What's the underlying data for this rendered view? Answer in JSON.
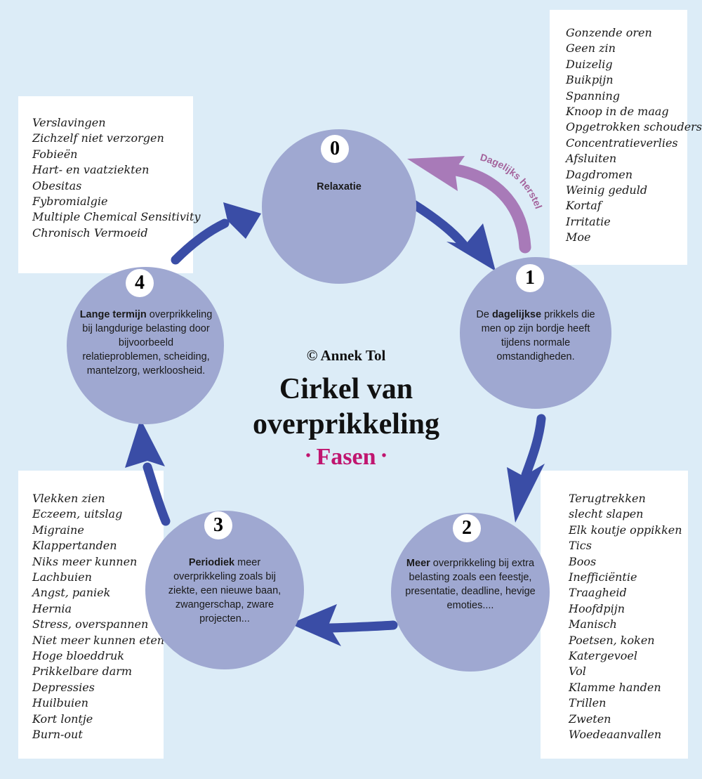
{
  "title": {
    "copyright": "© Annek Tol",
    "line1": "Cirkel van",
    "line2": "overprikkeling",
    "subtitle": "Fasen",
    "subtitle_dot_left": "•",
    "subtitle_dot_right": "•"
  },
  "colors": {
    "background": "#dcecf7",
    "circle": "#9fa8d1",
    "arrow": "#3a4da6",
    "recovery_arrow": "#a87ab8",
    "accent": "#c0156f"
  },
  "phases": [
    {
      "number": "0",
      "bold": "",
      "text": "Relaxatie"
    },
    {
      "number": "1",
      "before": "De ",
      "bold": "dagelijkse",
      "after": " prikkels die men op zijn bordje heeft tijdens normale omstandigheden."
    },
    {
      "number": "2",
      "bold": "Meer",
      "after": " overprikkeling bij extra belasting zoals een feestje, presentatie, deadline, hevige emoties...."
    },
    {
      "number": "3",
      "bold": "Periodiek",
      "after": " meer overprikkeling zoals bij ziekte, een nieuwe baan, zwangerschap, zware projecten..."
    },
    {
      "number": "4",
      "bold": "Lange termijn",
      "after": " overprik­keling bij langdurige belasting door bijvoor­beeld relatieproblemen, scheiding, mantelzorg, werkloosheid."
    }
  ],
  "recovery_label": "Dagelijks herstel",
  "lists": {
    "top_right": [
      "Gonzende oren",
      "Geen zin",
      "Duizelig",
      "Buikpijn",
      "Spanning",
      "Knoop in de maag",
      "Opgetrokken schouders",
      "Concentratieverlies",
      "Afsluiten",
      "Dagdromen",
      "Weinig geduld",
      "Kortaf",
      "Irritatie",
      "Moe"
    ],
    "top_left": [
      "Verslavingen",
      "Zichzelf niet verzorgen",
      "Fobieën",
      "Hart- en vaatziekten",
      "Obesitas",
      "Fybromialgie",
      "Multiple Chemical Sensitivity",
      "Chronisch Vermoeid"
    ],
    "bottom_left": [
      "Vlekken zien",
      "Eczeem, uitslag",
      "Migraine",
      "Klappertanden",
      "Niks meer kunnen",
      "Lachbuien",
      "Angst, paniek",
      "Hernia",
      "Stress, overspannen",
      "Niet meer kunnen eten",
      "Hoge bloeddruk",
      "Prikkelbare darm",
      "Depressies",
      "Huilbuien",
      "Kort lontje",
      "Burn-out"
    ],
    "bottom_right": [
      "Terugtrekken",
      "slecht slapen",
      "Elk koutje oppikken",
      "Tics",
      "Boos",
      "Inefficiëntie",
      "Traagheid",
      "Hoofdpijn",
      "Manisch",
      "Poetsen, koken",
      "Katergevoel",
      "Vol",
      "Klamme handen",
      "Trillen",
      "Zweten",
      "Woedeaanvallen"
    ]
  }
}
